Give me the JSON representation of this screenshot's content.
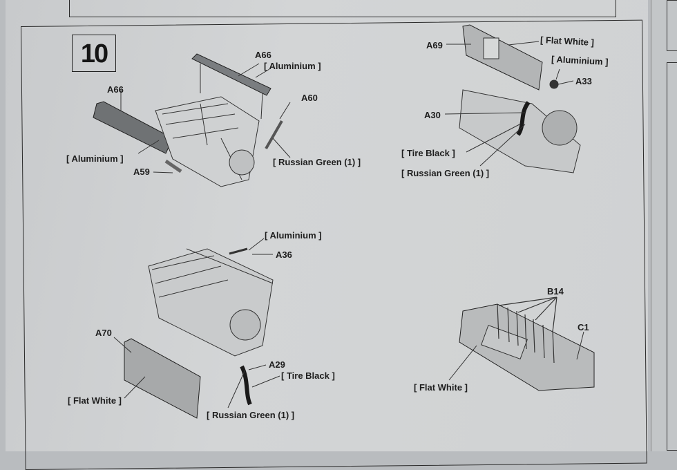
{
  "step_number": "10",
  "callouts": {
    "tl_a66_top": "A66",
    "tl_aluminium_top": "[ Aluminium ]",
    "tl_a66_left": "A66",
    "tl_aluminium_left": "[ Aluminium ]",
    "tl_a60": "A60",
    "tl_russian_green": "[ Russian Green (1) ]",
    "tl_a59": "A59",
    "tr_a69": "A69",
    "tr_flat_white": "[ Flat White ]",
    "tr_aluminium": "[ Aluminium ]",
    "tr_a33": "A33",
    "tr_a30": "A30",
    "tr_tire_black": "[ Tire Black ]",
    "tr_russian_green": "[ Russian Green (1) ]",
    "bl_aluminium": "[ Aluminium ]",
    "bl_a36": "A36",
    "bl_a70": "A70",
    "bl_flat_white": "[ Flat White ]",
    "bl_a29": "A29",
    "bl_tire_black": "[ Tire Black ]",
    "bl_russian_green": "[ Russian Green (1) ]",
    "br_b14": "B14",
    "br_c1": "C1",
    "br_flat_white": "[ Flat White ]"
  }
}
